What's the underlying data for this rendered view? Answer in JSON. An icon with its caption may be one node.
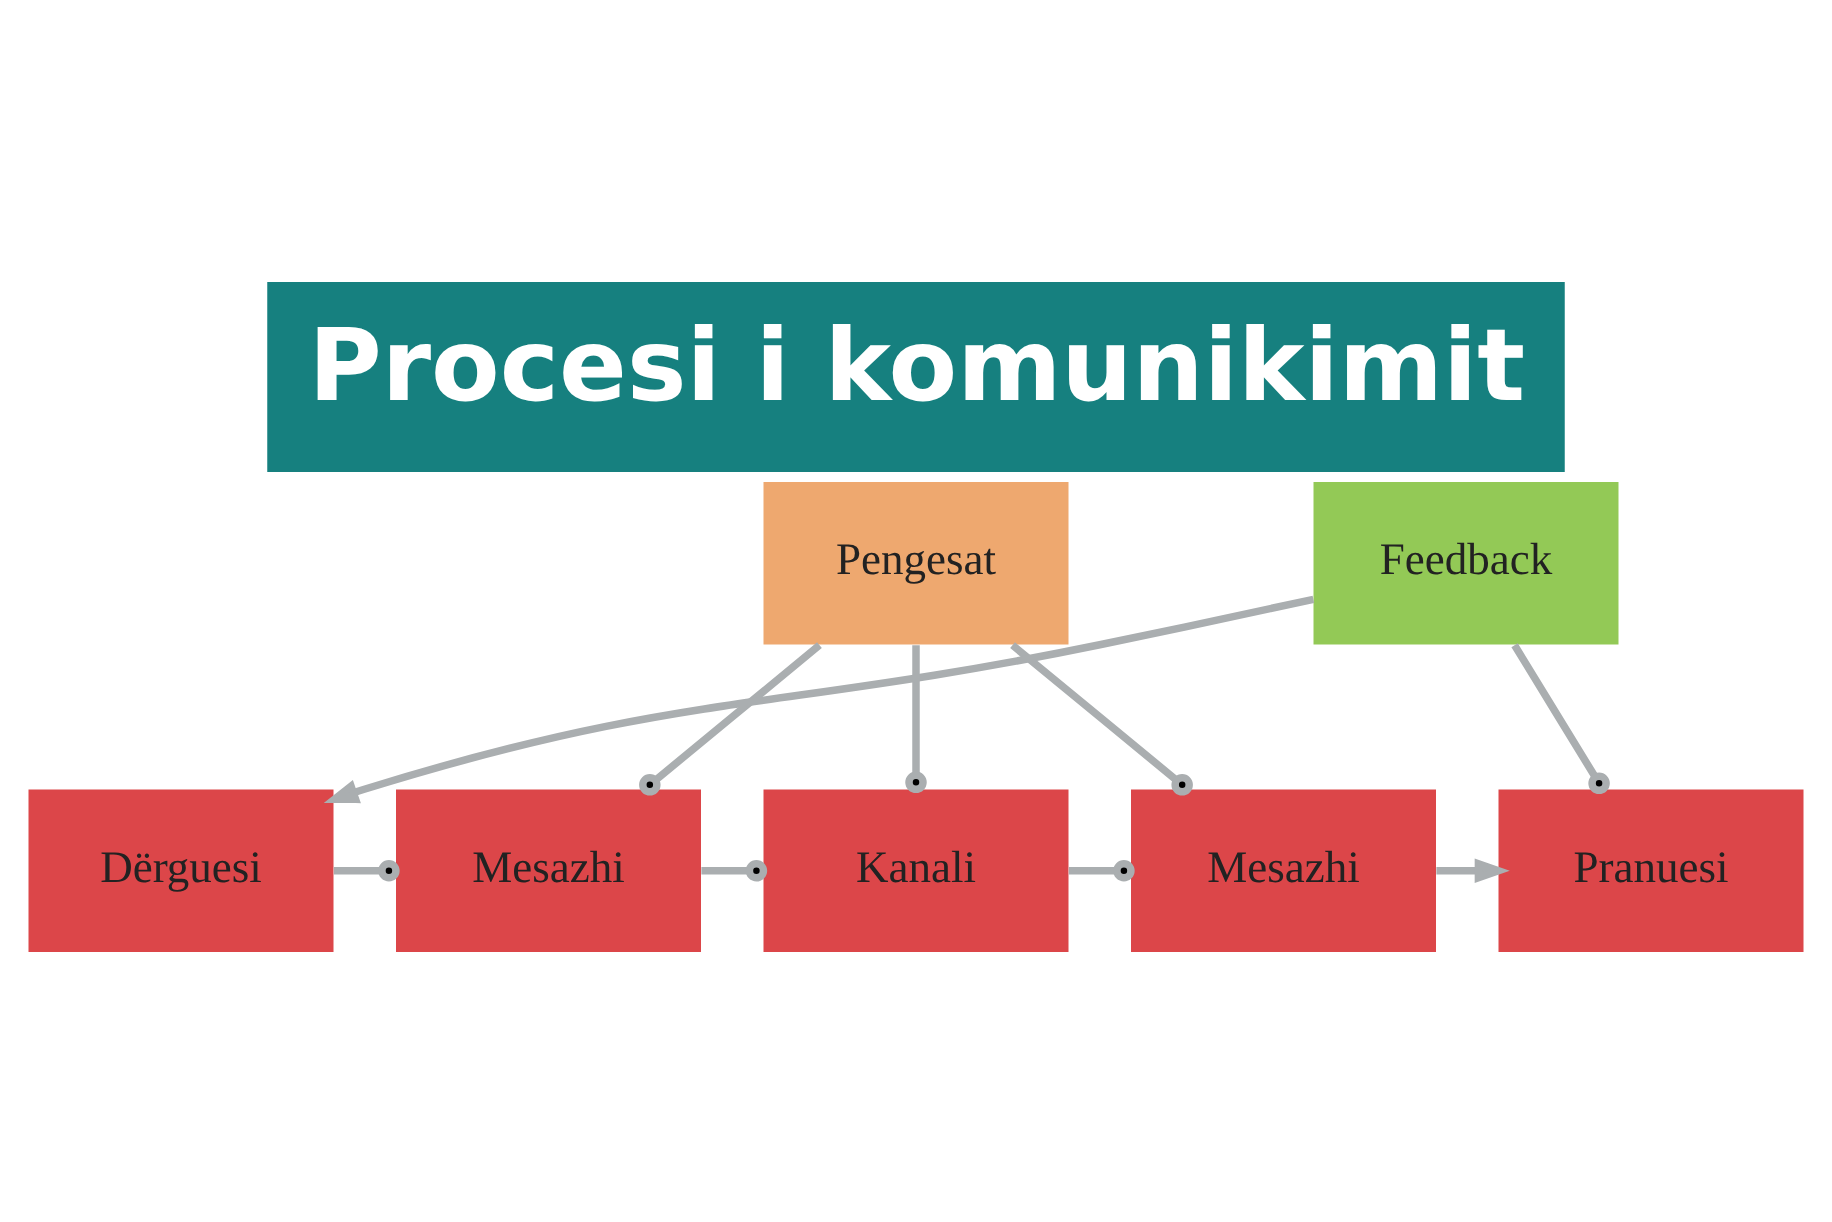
{
  "diagram": {
    "title": "Procesi i komunikimit",
    "nodes": [
      {
        "text": [
          "Pengesat"
        ]
      },
      {
        "text": [
          "Dërguesi"
        ]
      },
      {
        "text": [
          "Mesazhi"
        ]
      },
      {
        "text": [
          "Kanali"
        ]
      },
      {
        "text": [
          "Mesazhi"
        ]
      },
      {
        "text": [
          "Pranuesi"
        ]
      },
      {
        "text": [
          "Feedback"
        ]
      }
    ],
    "edges": [
      {
        "from": 1,
        "to": 2,
        "arrow": "other"
      },
      {
        "from": 2,
        "to": 3,
        "arrow": "other"
      },
      {
        "from": 3,
        "to": 4,
        "arrow": "other"
      },
      {
        "from": 4,
        "to": 5,
        "arrow": "to"
      },
      {
        "from": 0,
        "to": 2,
        "arrow": "other"
      },
      {
        "from": 0,
        "to": 3,
        "arrow": "other"
      },
      {
        "from": 0,
        "to": 4,
        "arrow": "other"
      },
      {
        "from": 6,
        "to": 5,
        "arrow": "other"
      },
      {
        "from": 6,
        "to": 1,
        "arrow": "to"
      }
    ]
  }
}
